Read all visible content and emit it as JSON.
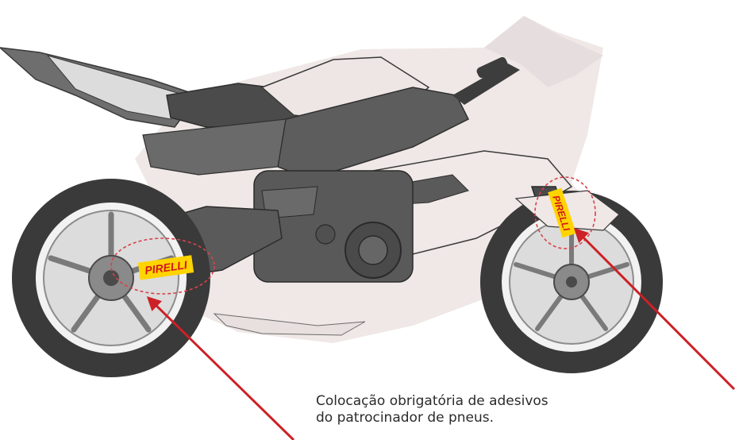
{
  "diagram": {
    "caption_line1": "Colocação obrigatória de adesivos",
    "caption_line2": "do patrocinador de pneus.",
    "sticker_rear_text": "PIRELLI",
    "sticker_front_text": "PIRELLI",
    "colors": {
      "fairing": "#efe8e6",
      "frame": "#5b5b5b",
      "tire": "#3a3a3a",
      "rim": "#d8d8d8",
      "sticker_bg": "#ffd400",
      "sticker_text": "#d4161b",
      "arrow": "#cc2127",
      "callout_circle": "#d9414a"
    },
    "icons": [
      "motorcycle-illustration",
      "callout-arrow",
      "callout-circle"
    ]
  }
}
